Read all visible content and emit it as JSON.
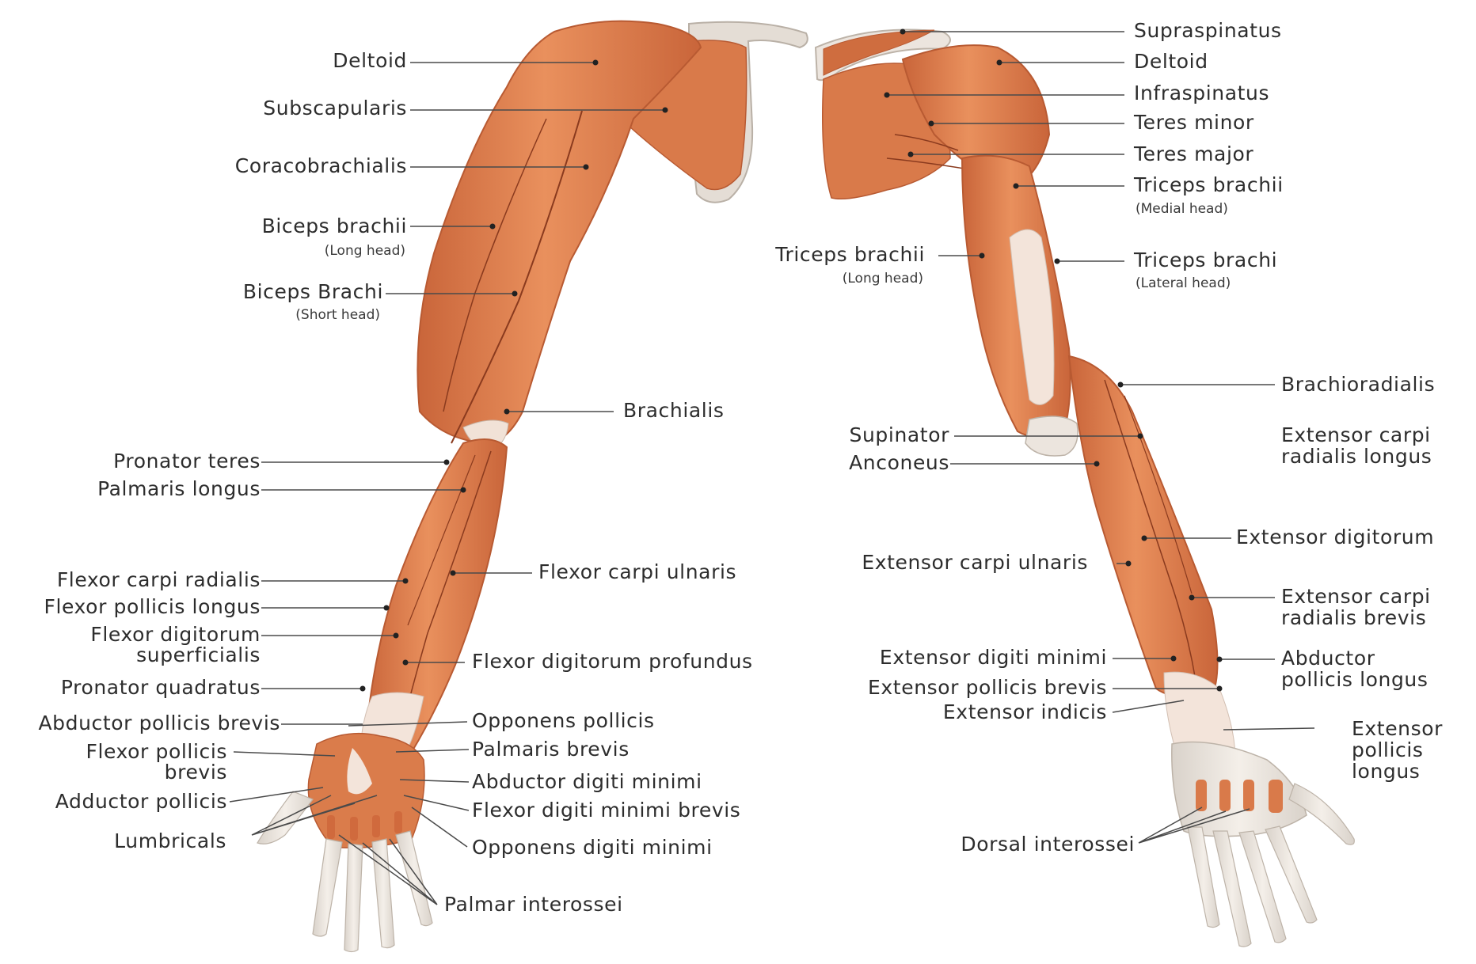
{
  "colors": {
    "muscle": "#df8050",
    "muscle_dark": "#b85a32",
    "muscle_line": "#8a3a1e",
    "bone": "#ece6df",
    "tendon": "#f3e4da",
    "leader": "#4a4a4a",
    "text": "#2d2d2d"
  },
  "anterior": {
    "deltoid": "Deltoid",
    "subscapularis": "Subscapularis",
    "coracobrachialis": "Coracobrachialis",
    "biceps_long": "Biceps brachii",
    "biceps_long_note": "(Long head)",
    "biceps_short": "Biceps Brachi",
    "biceps_short_note": "(Short head)",
    "brachialis": "Brachialis",
    "pronator_teres": "Pronator teres",
    "palmaris_longus": "Palmaris longus",
    "flexor_carpi_radialis": "Flexor carpi radialis",
    "flexor_carpi_ulnaris": "Flexor carpi ulnaris",
    "flexor_pollicis_longus": "Flexor pollicis longus",
    "fds_1": "Flexor digitorum",
    "fds_2": "superficialis",
    "fdp": "Flexor digitorum profundus",
    "pronator_quadratus": "Pronator quadratus",
    "abductor_pollicis_brevis": "Abductor pollicis brevis",
    "opponens_pollicis": "Opponens pollicis",
    "fpb_1": "Flexor pollicis",
    "fpb_2": "brevis",
    "palmaris_brevis": "Palmaris brevis",
    "abductor_digiti_minimi": "Abductor digiti minimi",
    "adductor_pollicis": "Adductor pollicis",
    "flexor_digiti_minimi_brevis": "Flexor digiti minimi brevis",
    "lumbricals": "Lumbricals",
    "opponens_digiti_minimi": "Opponens digiti minimi",
    "palmar_interossei": "Palmar interossei"
  },
  "posterior": {
    "supraspinatus": "Supraspinatus",
    "deltoid": "Deltoid",
    "infraspinatus": "Infraspinatus",
    "teres_minor": "Teres minor",
    "teres_major": "Teres major",
    "triceps_medial": "Triceps brachii",
    "triceps_medial_note": "(Medial head)",
    "triceps_long": "Triceps brachii",
    "triceps_long_note": "(Long head)",
    "triceps_lateral": "Triceps brachi",
    "triceps_lateral_note": "(Lateral head)",
    "brachioradialis": "Brachioradialis",
    "supinator": "Supinator",
    "ecrl_1": "Extensor carpi",
    "ecrl_2": "radialis longus",
    "anconeus": "Anconeus",
    "extensor_digitorum": "Extensor digitorum",
    "extensor_carpi_ulnaris": "Extensor carpi ulnaris",
    "ecrb_1": "Extensor carpi",
    "ecrb_2": "radialis brevis",
    "extensor_digiti_minimi": "Extensor digiti minimi",
    "apl_1": "Abductor",
    "apl_2": "pollicis longus",
    "extensor_pollicis_brevis": "Extensor pollicis brevis",
    "extensor_indicis": "Extensor indicis",
    "epl_1": "Extensor",
    "epl_2": "pollicis",
    "epl_3": "longus",
    "dorsal_interossei": "Dorsal interossei"
  }
}
